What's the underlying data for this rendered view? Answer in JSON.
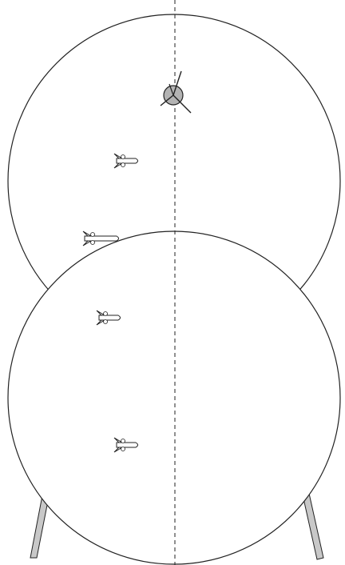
{
  "diagram": {
    "background": "#ffffff",
    "stroke_color": "#222222",
    "leg_fill": "#c8c8c8",
    "hub_fill": "#b3b3b3",
    "elements": {
      "upper_circle": "circle",
      "lower_circle": "circle",
      "center_axis": "dashed-vertical-line",
      "support_legs": 2,
      "rotor_hub": "rotor-icon",
      "rockets_upper": 2,
      "rockets_lower": 2
    }
  }
}
